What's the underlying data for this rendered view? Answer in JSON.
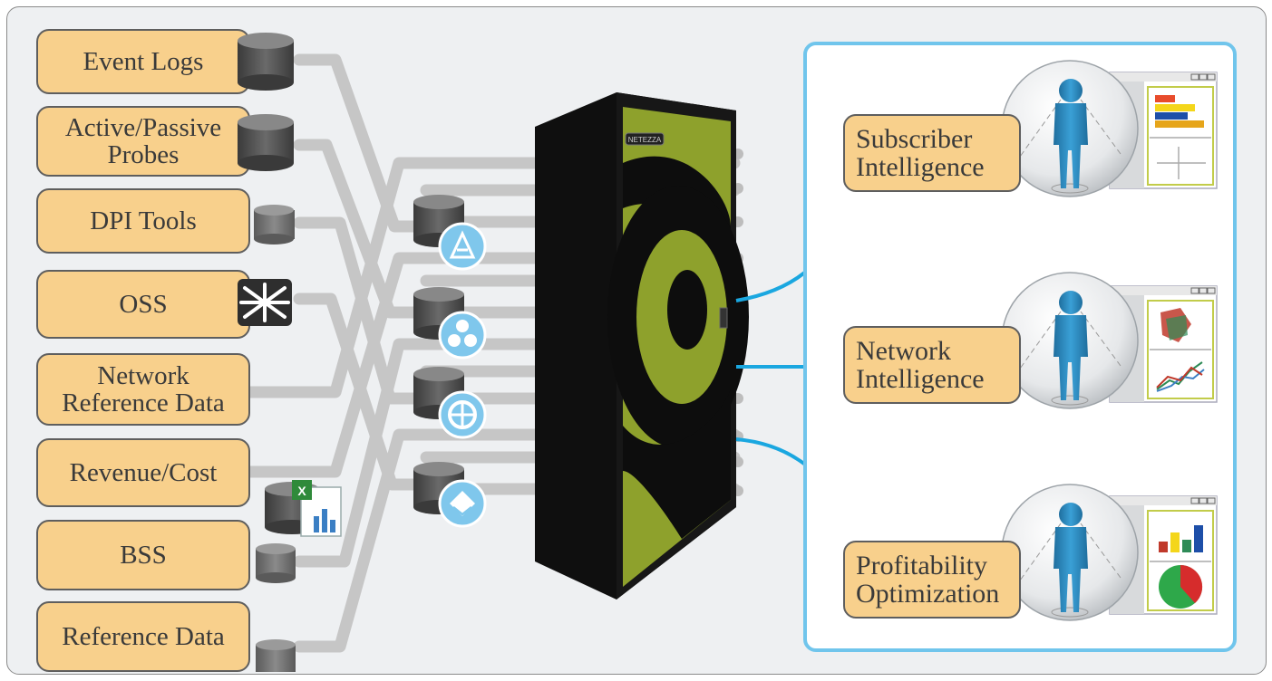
{
  "sources": [
    {
      "label": "Event Logs"
    },
    {
      "label": "Active/Passive\nProbes"
    },
    {
      "label": "DPI Tools"
    },
    {
      "label": "OSS"
    },
    {
      "label": "Network\nReference Data"
    },
    {
      "label": "Revenue/Cost"
    },
    {
      "label": "BSS"
    },
    {
      "label": "Reference Data"
    }
  ],
  "appliance": {
    "brand": "NETEZZA"
  },
  "outputs": [
    {
      "label": "Subscriber\nIntelligence"
    },
    {
      "label": "Network\nIntelligence"
    },
    {
      "label": "Profitability\nOptimization"
    }
  ],
  "colors": {
    "label_fill": "#f8d08c",
    "label_border": "#5e5e5e",
    "line_gray": "#c6c6c6",
    "panel_border": "#70c5ec",
    "arrow_blue": "#1aa7e0",
    "cabinet_green": "#8ea12c",
    "person_blue": "#2f8cc0"
  },
  "icons": [
    "database-icon",
    "network-switch-icon",
    "spreadsheet-icon",
    "analytics-badge-icon",
    "person-icon",
    "report-window-icon"
  ]
}
